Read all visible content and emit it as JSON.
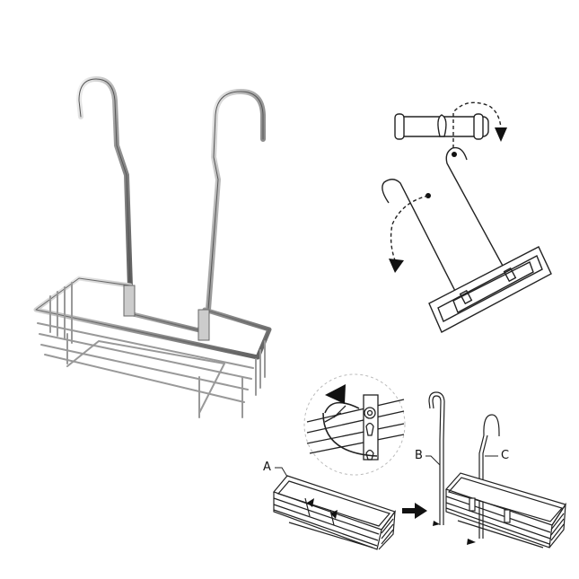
{
  "product": {
    "name": "Hanging shower caddy basket",
    "colors": {
      "chrome_light": "#eeeeee",
      "chrome_mid": "#b8b8b8",
      "chrome_dark": "#6e6e6e",
      "line": "#222222"
    }
  },
  "panels": {
    "photo": {
      "label": "Chrome wire basket with two hooks"
    },
    "hanging_diagram": {
      "label": "Hooks rotated over shower mixer bar"
    },
    "assembly_detail": {
      "label": "Hook clip detail"
    },
    "assembly_step": {
      "label": "Attach hooks B and C to basket A"
    }
  },
  "callouts": {
    "a": "A",
    "b": "B",
    "c": "C"
  }
}
